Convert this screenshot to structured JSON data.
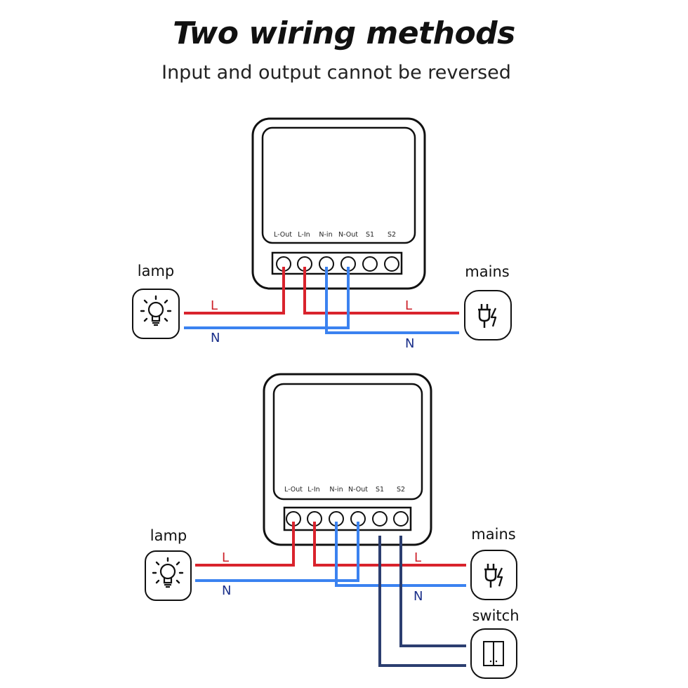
{
  "title": "Two wiring methods",
  "subtitle": "Input and output cannot be reversed",
  "colors": {
    "live": "#d9232d",
    "neutral": "#3b82f0",
    "switch_wire": "#2c3e70",
    "outline": "#111111",
    "label_live": "#cc1f28",
    "label_neutral": "#1a2f8a"
  },
  "terminals": [
    "L-Out",
    "L-In",
    "N-in",
    "N-Out",
    "S1",
    "S2"
  ],
  "methods": [
    {
      "lamp_label": "lamp",
      "mains_label": "mains",
      "wire_labels": {
        "lamp_live": "L",
        "lamp_neutral": "N",
        "mains_live": "L",
        "mains_neutral": "N"
      }
    },
    {
      "lamp_label": "lamp",
      "mains_label": "mains",
      "switch_label": "switch",
      "wire_labels": {
        "lamp_live": "L",
        "lamp_neutral": "N",
        "mains_live": "L",
        "mains_neutral": "N"
      }
    }
  ]
}
